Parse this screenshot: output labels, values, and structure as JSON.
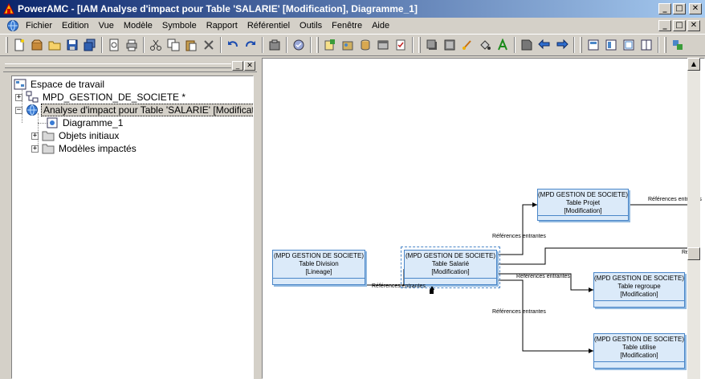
{
  "window": {
    "title": "PowerAMC - [IAM Analyse d'impact pour Table 'SALARIE' [Modification], Diagramme_1]",
    "buttons": [
      "_",
      "□",
      "✕"
    ]
  },
  "menu": {
    "items": [
      "Fichier",
      "Edition",
      "Vue",
      "Modèle",
      "Symbole",
      "Rapport",
      "Référentiel",
      "Outils",
      "Fenêtre",
      "Aide"
    ]
  },
  "browser": {
    "tree": {
      "root": "Espace de travail",
      "model": "MPD_GESTION_DE_SOCIETE *",
      "analysis": "Analyse d'impact pour Table 'SALARIE' [Modification]",
      "diagram": "Diagramme_1",
      "initial_objects": "Objets initiaux",
      "impacted_models": "Modèles impactés"
    }
  },
  "diagram": {
    "entities": {
      "division": {
        "package": "(MPD GESTION DE SOCIETE)",
        "name": "Table Division",
        "status": "[Lineage]"
      },
      "salarie": {
        "package": "(MPD GESTION DE SOCIETE)",
        "name": "Table Salarié",
        "status": "[Modification]"
      },
      "projet": {
        "package": "(MPD GESTION DE SOCIETE)",
        "name": "Table Projet",
        "status": "[Modification]"
      },
      "regroupe": {
        "package": "(MPD GESTION DE SOCIETE)",
        "name": "Table regroupe",
        "status": "[Modification]"
      },
      "utilise": {
        "package": "(MPD GESTION DE SOCIETE)",
        "name": "Table utilise",
        "status": "[Modification]"
      }
    },
    "link_labels": {
      "l1": "Références entrantes",
      "l2": "Références entrantes",
      "l3": "Références entrantes",
      "l4": "Références entrantes",
      "l5": "Références entrantes",
      "l6": "Réf"
    }
  },
  "colors": {
    "entity_fill": "#dbeaf9",
    "entity_border": "#4a86c8",
    "title_bar_start": "#0a246a",
    "title_bar_end": "#a6caf0"
  }
}
